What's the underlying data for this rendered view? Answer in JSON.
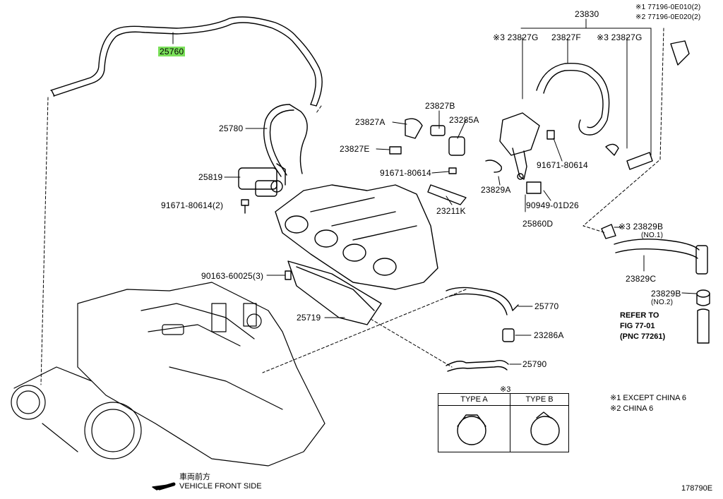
{
  "parts": {
    "p25760": "25760",
    "p25780": "25780",
    "p25819": "25819",
    "p91671_2": "91671-80614(2)",
    "p23827A": "23827A",
    "p23827B": "23827B",
    "p23285A": "23285A",
    "p23827E": "23827E",
    "p91671_left": "91671-80614",
    "p23211K": "23211K",
    "p23830": "23830",
    "p23827G_l": "※3 23827G",
    "p23827F": "23827F",
    "p23827G_r": "※3 23827G",
    "p77196_1": "※1  77196-0E010(2)",
    "p77196_2": "※2  77196-0E020(2)",
    "p91671_right": "91671-80614",
    "p23829A": "23829A",
    "p90949": "90949-01D26",
    "p25860D": "25860D",
    "p23829B": "※3 23829B",
    "p23829B_no1": "(NO.1)",
    "p23829C": "23829C",
    "p23829B2": "23829B",
    "p23829B2_no2": "(NO.2)",
    "p90163": "90163-60025(3)",
    "p25719": "25719",
    "p25770": "25770",
    "p23286A": "23286A",
    "p25790": "25790"
  },
  "refer": {
    "line1": "REFER TO",
    "line2": "FIG 77-01",
    "line3": "(PNC 77261)"
  },
  "legend": {
    "title": "※3",
    "type_a": "TYPE A",
    "type_b": "TYPE B"
  },
  "notes": {
    "n1": "※1 EXCEPT CHINA 6",
    "n2": "※2 CHINA 6"
  },
  "front": {
    "jp": "車両前方",
    "en": "VEHICLE FRONT SIDE"
  },
  "diagram_code": "178790E",
  "colors": {
    "highlight": "#7be05a"
  }
}
